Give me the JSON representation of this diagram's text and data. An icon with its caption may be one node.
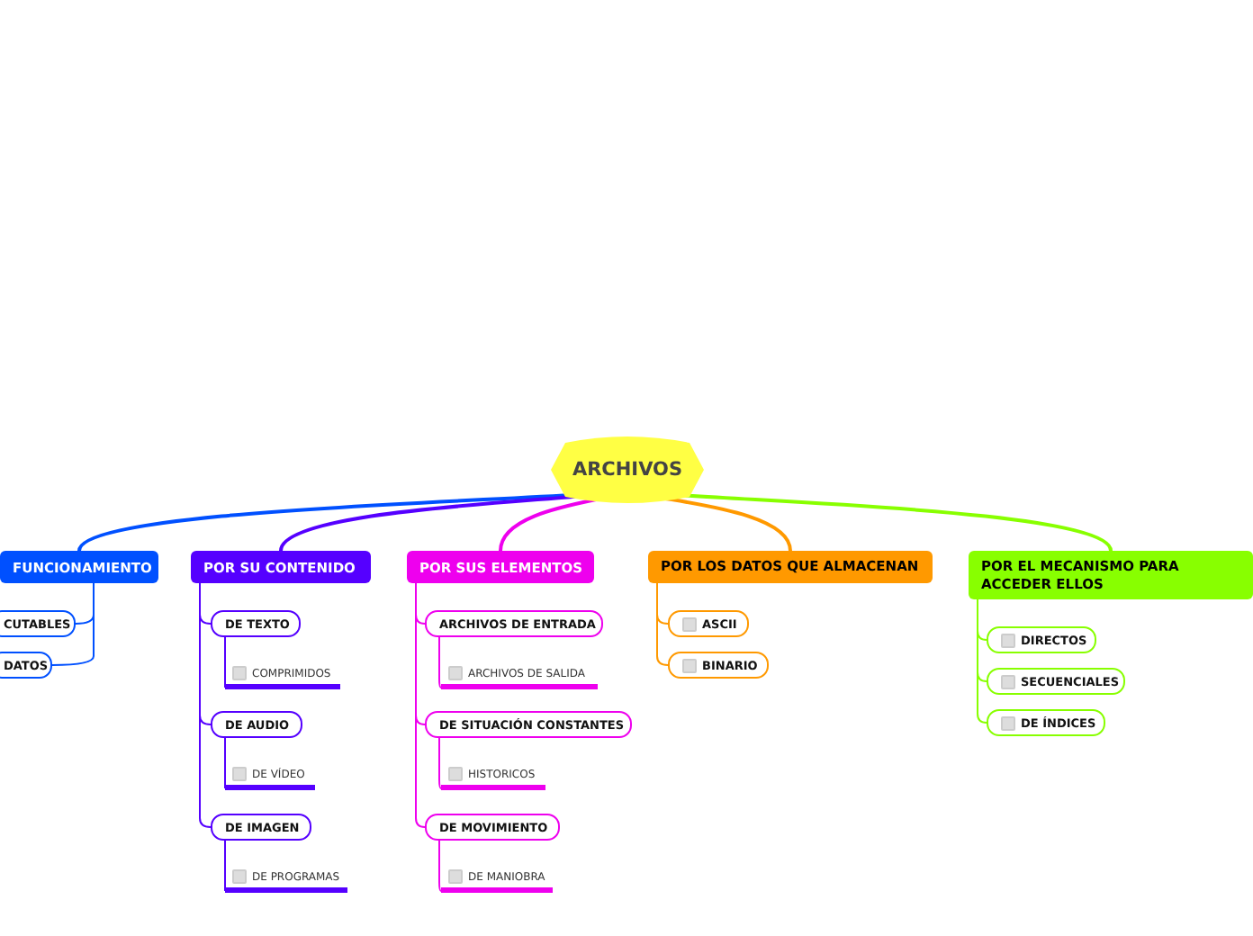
{
  "diagram": {
    "nodes": [
      {
        "text": [
          "ARCHIVOS"
        ]
      },
      {
        "text": [
          "FUNCIONAMIENTO"
        ]
      },
      {
        "text": [
          "CUTABLES"
        ]
      },
      {
        "text": [
          "DATOS"
        ]
      },
      {
        "text": [
          "POR SU CONTENIDO"
        ]
      },
      {
        "text": [
          "DE TEXTO"
        ]
      },
      {
        "text": [
          "COMPRIMIDOS"
        ]
      },
      {
        "text": [
          "DE AUDIO"
        ]
      },
      {
        "text": [
          "DE VÍDEO"
        ]
      },
      {
        "text": [
          "DE IMAGEN"
        ]
      },
      {
        "text": [
          "DE PROGRAMAS"
        ]
      },
      {
        "text": [
          "POR SUS ELEMENTOS"
        ]
      },
      {
        "text": [
          "ARCHIVOS DE ENTRADA"
        ]
      },
      {
        "text": [
          "ARCHIVOS DE SALIDA"
        ]
      },
      {
        "text": [
          "DE SITUACIÓN CONSTANTES"
        ]
      },
      {
        "text": [
          "HISTORICOS"
        ]
      },
      {
        "text": [
          "DE MOVIMIENTO"
        ]
      },
      {
        "text": [
          "DE MANIOBRA"
        ]
      },
      {
        "text": [
          "POR LOS DATOS QUE ALMACENAN"
        ]
      },
      {
        "text": [
          "ASCII"
        ]
      },
      {
        "text": [
          "BINARIO"
        ]
      },
      {
        "text": [
          "POR EL MECANISMO PARA ACCEDER ELLOS"
        ]
      },
      {
        "text": [
          "DIRECTOS"
        ]
      },
      {
        "text": [
          "SECUENCIALES"
        ]
      },
      {
        "text": [
          "DE ÍNDICES"
        ]
      }
    ],
    "edges": [
      {
        "from": 0,
        "to": 1,
        "arrow": "none",
        "color": "#0050ff"
      },
      {
        "from": 0,
        "to": 4,
        "arrow": "none",
        "color": "#5500ff"
      },
      {
        "from": 0,
        "to": 11,
        "arrow": "none",
        "color": "#ee00ee"
      },
      {
        "from": 0,
        "to": 18,
        "arrow": "none",
        "color": "#ff9900"
      },
      {
        "from": 0,
        "to": 21,
        "arrow": "none",
        "color": "#88ff00"
      },
      {
        "from": 1,
        "to": 2,
        "arrow": "none",
        "color": "#0050ff"
      },
      {
        "from": 1,
        "to": 3,
        "arrow": "none",
        "color": "#0050ff"
      },
      {
        "from": 4,
        "to": 5,
        "arrow": "none",
        "color": "#5500ff"
      },
      {
        "from": 5,
        "to": 6,
        "arrow": "none",
        "color": "#5500ff"
      },
      {
        "from": 4,
        "to": 7,
        "arrow": "none",
        "color": "#5500ff"
      },
      {
        "from": 7,
        "to": 8,
        "arrow": "none",
        "color": "#5500ff"
      },
      {
        "from": 4,
        "to": 9,
        "arrow": "none",
        "color": "#5500ff"
      },
      {
        "from": 9,
        "to": 10,
        "arrow": "none",
        "color": "#5500ff"
      },
      {
        "from": 11,
        "to": 12,
        "arrow": "none",
        "color": "#ee00ee"
      },
      {
        "from": 12,
        "to": 13,
        "arrow": "none",
        "color": "#ee00ee"
      },
      {
        "from": 11,
        "to": 14,
        "arrow": "none",
        "color": "#ee00ee"
      },
      {
        "from": 14,
        "to": 15,
        "arrow": "none",
        "color": "#ee00ee"
      },
      {
        "from": 11,
        "to": 16,
        "arrow": "none",
        "color": "#ee00ee"
      },
      {
        "from": 16,
        "to": 17,
        "arrow": "none",
        "color": "#ee00ee"
      },
      {
        "from": 18,
        "to": 19,
        "arrow": "none",
        "color": "#ff9900"
      },
      {
        "from": 18,
        "to": 20,
        "arrow": "none",
        "color": "#ff9900"
      },
      {
        "from": 21,
        "to": 22,
        "arrow": "none",
        "color": "#88ff00"
      },
      {
        "from": 21,
        "to": 23,
        "arrow": "none",
        "color": "#88ff00"
      },
      {
        "from": 21,
        "to": 24,
        "arrow": "none",
        "color": "#88ff00"
      }
    ]
  }
}
